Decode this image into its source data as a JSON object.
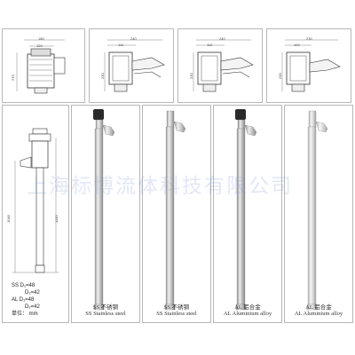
{
  "panels_top": [
    {
      "width_dim": "180",
      "inner_dim": "120",
      "height_dim": "270"
    },
    {
      "width_dim": "240",
      "inner_dim": "110",
      "height_dim": "230"
    },
    {
      "width_dim": "240",
      "inner_dim": "110",
      "height_dim": "230"
    },
    {
      "width_dim": "230",
      "inner_dim": "100",
      "height_dim": "230"
    }
  ],
  "pipe_dims": {
    "total": "1040",
    "inner": "1130"
  },
  "legend": {
    "ss_d1": "SS   D₁=48",
    "ss_d2": "D₂=42",
    "al_d1": "AL   D₁=48",
    "al_d2": "D₂=42",
    "unit": "单位： mm"
  },
  "captions": [
    {
      "cn": "SS 不锈钢",
      "en": "SS Stainless steel"
    },
    {
      "cn": "SS 不锈钢",
      "en": "SS Stainless steel"
    },
    {
      "cn": "AL 铝合金",
      "en": "AL Aluminium alloy"
    },
    {
      "cn": "AL 铝合金",
      "en": "AL Aluminium alloy"
    }
  ],
  "watermark": "上海标博流体科技有限公司",
  "colors": {
    "border": "#b8b8b8",
    "steel": "#c8c8c8",
    "dark": "#2a2a2a",
    "watermark": "#7896d2"
  }
}
